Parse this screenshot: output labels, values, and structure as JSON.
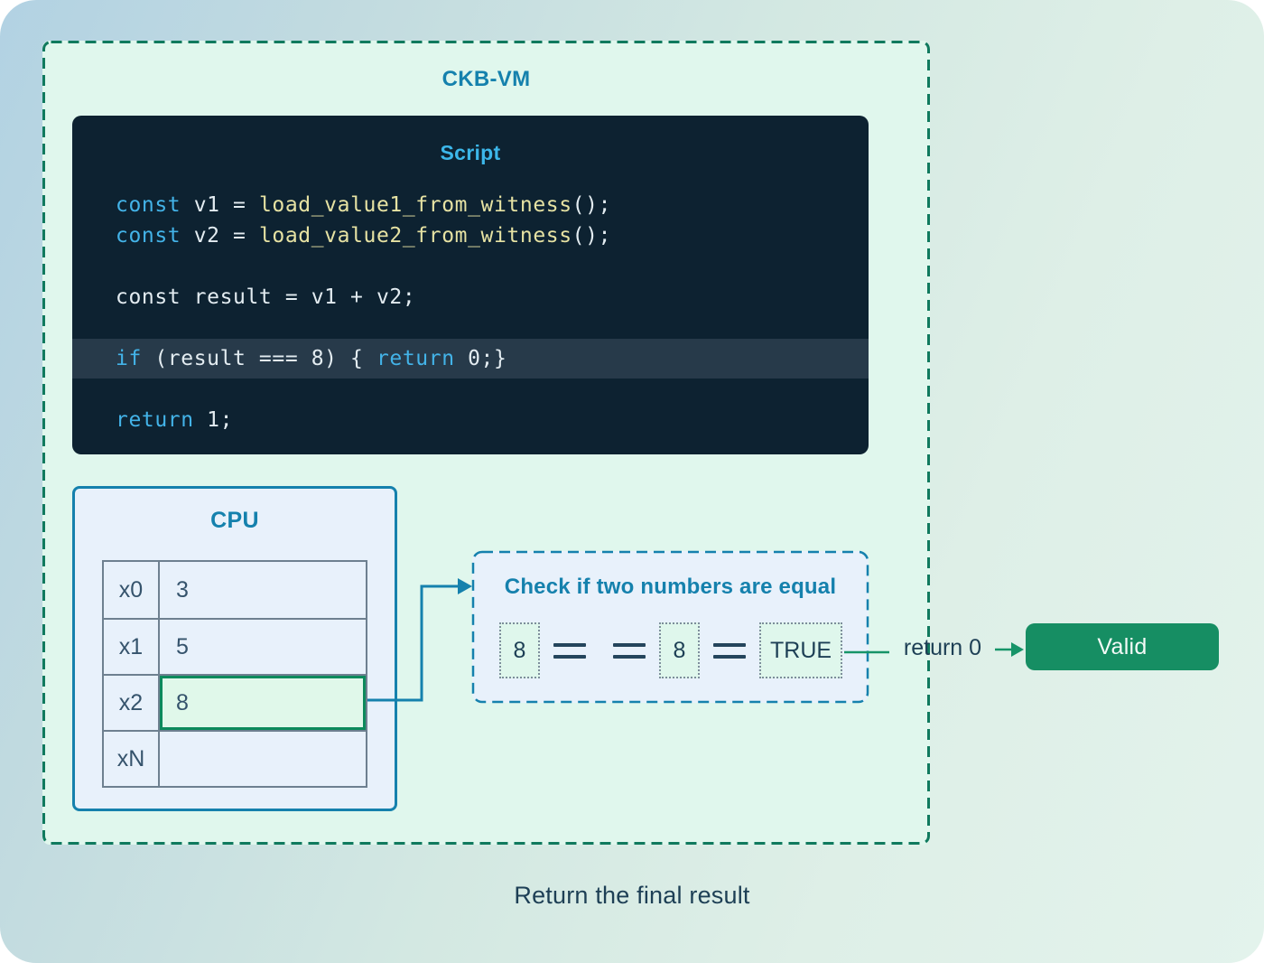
{
  "vm": {
    "title": "CKB-VM"
  },
  "script": {
    "title": "Script",
    "lines": [
      {
        "tokens": [
          {
            "t": "const",
            "c": "kw"
          },
          {
            "t": " v1 = ",
            "c": "plain"
          },
          {
            "t": "load_value1_from_witness",
            "c": "fn"
          },
          {
            "t": "();",
            "c": "plain"
          }
        ]
      },
      {
        "tokens": [
          {
            "t": "const",
            "c": "kw"
          },
          {
            "t": " v2 = ",
            "c": "plain"
          },
          {
            "t": "load_value2_from_witness",
            "c": "fn"
          },
          {
            "t": "();",
            "c": "plain"
          }
        ]
      },
      {
        "blank": true
      },
      {
        "tokens": [
          {
            "t": "const result = v1 + v2;",
            "c": "plain"
          }
        ]
      },
      {
        "blank": true
      },
      {
        "highlight": true,
        "tokens": [
          {
            "t": "if",
            "c": "kw"
          },
          {
            "t": " (result === 8) { ",
            "c": "plain"
          },
          {
            "t": "return",
            "c": "kw"
          },
          {
            "t": " 0;}",
            "c": "plain"
          }
        ]
      },
      {
        "blank": true
      },
      {
        "tokens": [
          {
            "t": "return",
            "c": "kw"
          },
          {
            "t": " 1;",
            "c": "plain"
          }
        ]
      }
    ]
  },
  "cpu": {
    "title": "CPU",
    "registers": [
      {
        "name": "x0",
        "value": "3",
        "highlight": false
      },
      {
        "name": "x1",
        "value": "5",
        "highlight": false
      },
      {
        "name": "x2",
        "value": "8",
        "highlight": true
      },
      {
        "name": "xN",
        "value": "",
        "highlight": false
      }
    ]
  },
  "check": {
    "title": "Check if two numbers are equal",
    "sequence": [
      {
        "kind": "box",
        "text": "8"
      },
      {
        "kind": "equals",
        "symbol": "="
      },
      {
        "kind": "equals",
        "symbol": "="
      },
      {
        "kind": "box",
        "text": "8"
      },
      {
        "kind": "equals",
        "symbol": "="
      },
      {
        "kind": "box",
        "text": "TRUE"
      }
    ]
  },
  "flow": {
    "return_label": "return 0",
    "valid_label": "Valid"
  },
  "caption": "Return the final result",
  "colors": {
    "accent_teal": "#1581ad",
    "accent_green": "#169468",
    "dark_green_dash": "#107a5e",
    "dark_navy_text": "#1d3f55",
    "code_background": "#0d2231",
    "code_keyword": "#43b3e8",
    "code_function": "#e6e2a3",
    "code_plain": "#e3ecf1",
    "code_highlight_row": "#273a4a",
    "register_highlight_fill": "#e0f8ea",
    "register_highlight_border": "#0c8a5c",
    "valid_button": "#168e63"
  }
}
